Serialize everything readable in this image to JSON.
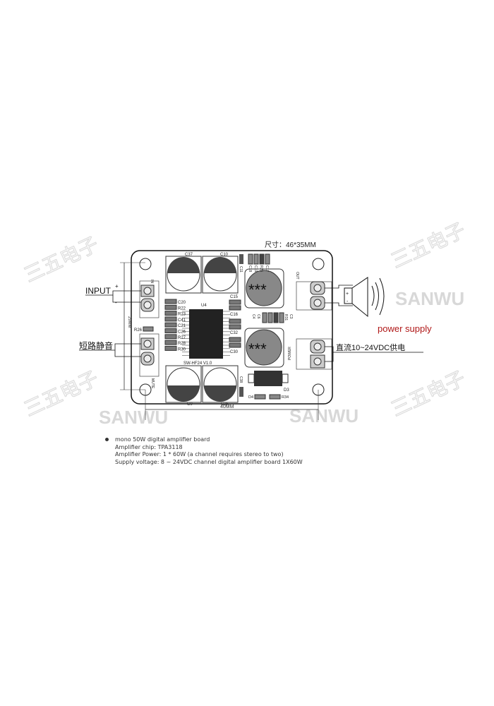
{
  "diagram": {
    "size_label": "尺寸：46*35MM",
    "input_label": "INPUT",
    "mute_cn_label": "短路静音",
    "power_cn_label": "直流10~24VDC供电",
    "power_supply_label": "power supply",
    "width_dim": "40MM",
    "height_dim": "29MM",
    "chip_label": "U4",
    "board_label": "SW-HF24 V1.0",
    "inductor_label": "***",
    "out_label": "OUT",
    "power_label": "POWER",
    "mute_label": "MUTE",
    "in_label": "IN",
    "watermark": "SANWU",
    "watermark_cn": "三五电子",
    "caps": {
      "c37": "C37",
      "c10": "C10",
      "c9": "C9",
      "c36": "C36",
      "c11": "C11",
      "c38": "C38"
    },
    "left_parts": [
      "C20",
      "R22",
      "R23",
      "C41",
      "C21",
      "C26",
      "R27",
      "R28",
      "R30"
    ],
    "right_parts": [
      "C15",
      "C16",
      "C32",
      "C30"
    ],
    "top_parts": [
      "C18",
      "C19",
      "R25",
      "C17"
    ],
    "mid_parts": [
      "C4",
      "C6",
      "R31",
      "C3"
    ],
    "r26": "R26",
    "d3": "D3",
    "d4": "D4",
    "r34": "R34",
    "plus": "+",
    "minus": "-",
    "accent_red": "#b01818"
  },
  "description": {
    "lines": [
      "mono 50W digital amplifier board",
      "Amplifier chip: TPA3118",
      "Amplifier Power: 1 * 60W (a channel requires stereo to two)",
      "Supply voltage: 8 ~ 24VDC channel digital amplifier board 1X60W"
    ]
  }
}
